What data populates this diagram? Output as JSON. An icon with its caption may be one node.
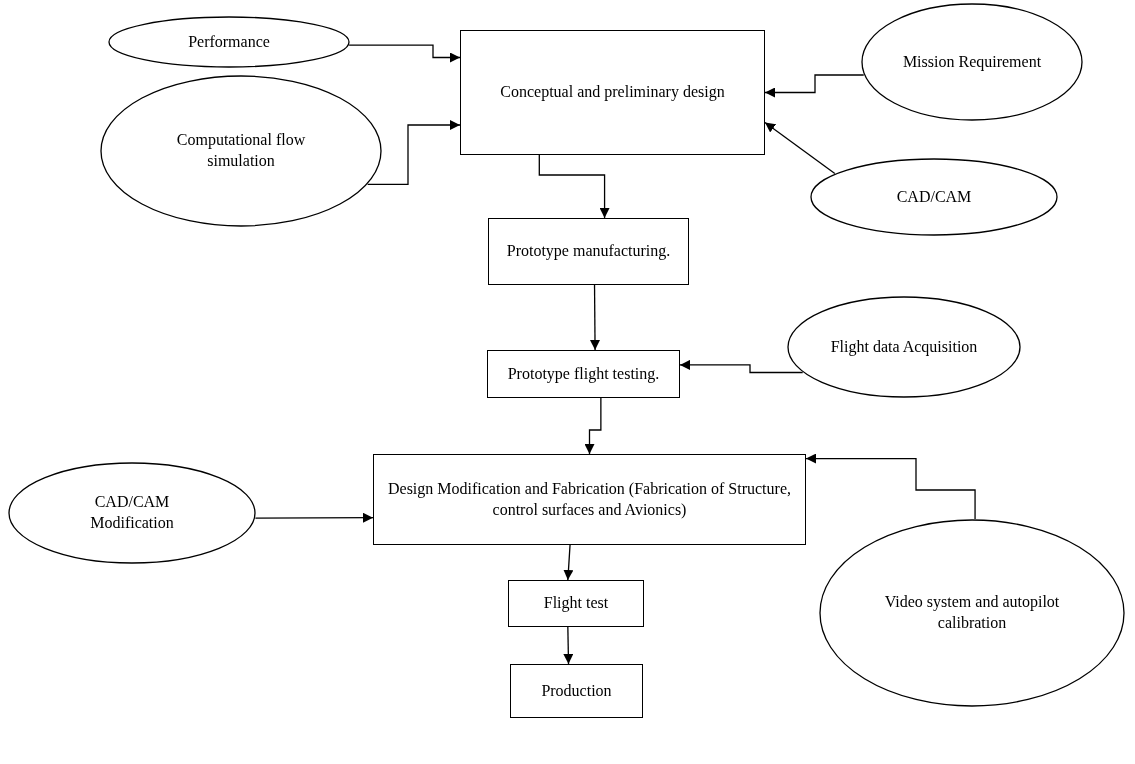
{
  "diagram": {
    "nodes": [
      {
        "text": [
          "Performance"
        ]
      },
      {
        "text": [
          "Conceptual and preliminary design"
        ]
      },
      {
        "text": [
          "Mission Requirement"
        ]
      },
      {
        "text": [
          "Computational flow simulation"
        ]
      },
      {
        "text": [
          "CAD/CAM"
        ]
      },
      {
        "text": [
          "Prototype manufacturing."
        ]
      },
      {
        "text": [
          "Prototype flight testing."
        ]
      },
      {
        "text": [
          "Flight data Acquisition"
        ]
      },
      {
        "text": [
          "Design Modification and Fabrication (Fabrication of Structure, control surfaces and Avionics)"
        ]
      },
      {
        "text": [
          "CAD/CAM Modification"
        ]
      },
      {
        "text": [
          "Video system and autopilot calibration"
        ]
      },
      {
        "text": [
          "Flight test"
        ]
      },
      {
        "text": [
          "Production"
        ]
      }
    ],
    "edges": [
      {
        "from": 0,
        "to": 1,
        "arrow": "to"
      },
      {
        "from": 3,
        "to": 1,
        "arrow": "to"
      },
      {
        "from": 2,
        "to": 1,
        "arrow": "to"
      },
      {
        "from": 4,
        "to": 1,
        "arrow": "to"
      },
      {
        "from": 1,
        "to": 5,
        "arrow": "to"
      },
      {
        "from": 5,
        "to": 6,
        "arrow": "to"
      },
      {
        "from": 7,
        "to": 6,
        "arrow": "to"
      },
      {
        "from": 6,
        "to": 8,
        "arrow": "to"
      },
      {
        "from": 9,
        "to": 8,
        "arrow": "to"
      },
      {
        "from": 10,
        "to": 8,
        "arrow": "to"
      },
      {
        "from": 8,
        "to": 11,
        "arrow": "to"
      },
      {
        "from": 11,
        "to": 12,
        "arrow": "to"
      }
    ]
  }
}
